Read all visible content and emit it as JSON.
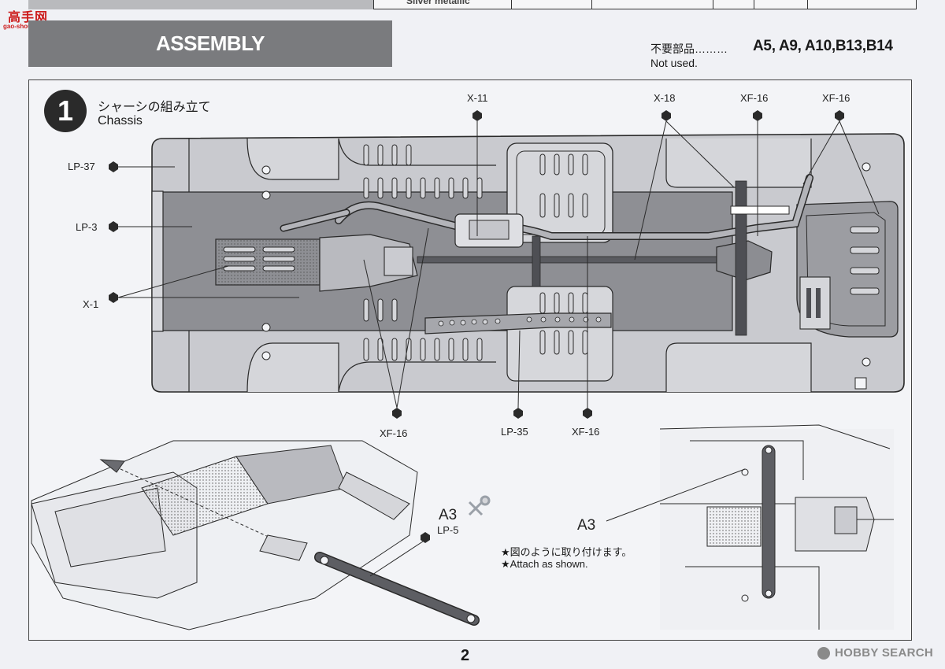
{
  "header": {
    "table_text": "Silver metallic",
    "assembly_title": "ASSEMBLY",
    "not_used_jp": "不要部品………",
    "not_used_en": "Not used.",
    "not_used_parts": "A5, A9, A10,B13,B14"
  },
  "step": {
    "number": "1",
    "title_jp": "シャーシの組み立て",
    "title_en": "Chassis"
  },
  "callouts": {
    "lp37": "LP-37",
    "lp3": "LP-3",
    "x1": "X-1",
    "x11": "X-11",
    "x18": "X-18",
    "xf16_top_a": "XF-16",
    "xf16_top_b": "XF-16",
    "xf16_bottom_a": "XF-16",
    "lp35": "LP-35",
    "xf16_bottom_b": "XF-16",
    "a3_part": "A3",
    "lp5": "LP-5",
    "a3_inset": "A3"
  },
  "note": {
    "jp": "★図のように取り付けます。",
    "en": "★Attach as shown."
  },
  "footer": {
    "page_number": "2",
    "watermark": "HOBBY SEARCH",
    "logo_jp": "高手网",
    "logo_url": "gao-shou.com"
  },
  "colors": {
    "banner": "#7a7b7e",
    "chassis_fill": "#c9cacf",
    "interior_fill": "#8e8f94",
    "ink": "#2a2a2a"
  }
}
